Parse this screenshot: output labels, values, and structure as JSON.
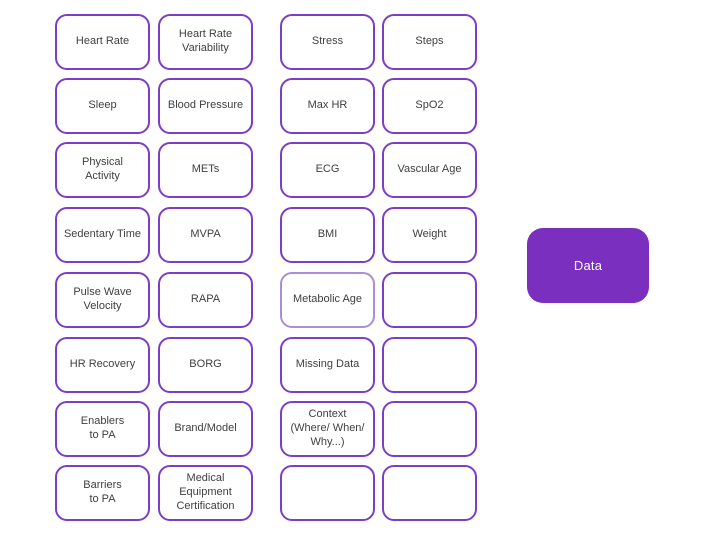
{
  "colors": {
    "background": "#ffffff",
    "box_border": "#7c3ec6",
    "box_border_light": "#aa8ed9",
    "box_fill": "#ffffff",
    "label_text": "#3f3f3f",
    "data_node_fill": "#7b2fbf",
    "data_node_text": "#ffffff"
  },
  "grid": {
    "columns": [
      {
        "cells": [
          {
            "label": "Heart Rate"
          },
          {
            "label": "Sleep"
          },
          {
            "label": "Physical\nActivity"
          },
          {
            "label": "Sedentary Time"
          },
          {
            "label": "Pulse Wave\nVelocity"
          },
          {
            "label": "HR Recovery"
          },
          {
            "label": "Enablers\nto PA"
          },
          {
            "label": "Barriers\nto PA"
          }
        ]
      },
      {
        "cells": [
          {
            "label": "Heart Rate\nVariability"
          },
          {
            "label": "Blood Pressure"
          },
          {
            "label": "METs"
          },
          {
            "label": "MVPA"
          },
          {
            "label": "RAPA"
          },
          {
            "label": "BORG"
          },
          {
            "label": "Brand/Model"
          },
          {
            "label": "Medical\nEquipment\nCertification"
          }
        ]
      },
      {
        "cells": [
          {
            "label": "Stress"
          },
          {
            "label": "Max HR"
          },
          {
            "label": "ECG"
          },
          {
            "label": "BMI"
          },
          {
            "label": "Metabolic Age",
            "variant": "light"
          },
          {
            "label": "Missing Data"
          },
          {
            "label": "Context\n(Where/ When/\nWhy...)"
          },
          {
            "label": ""
          }
        ]
      },
      {
        "cells": [
          {
            "label": "Steps"
          },
          {
            "label": "SpO2"
          },
          {
            "label": "Vascular Age"
          },
          {
            "label": "Weight"
          },
          {
            "label": ""
          },
          {
            "label": ""
          },
          {
            "label": ""
          },
          {
            "label": ""
          }
        ]
      }
    ]
  },
  "data_node": {
    "label": "Data"
  }
}
